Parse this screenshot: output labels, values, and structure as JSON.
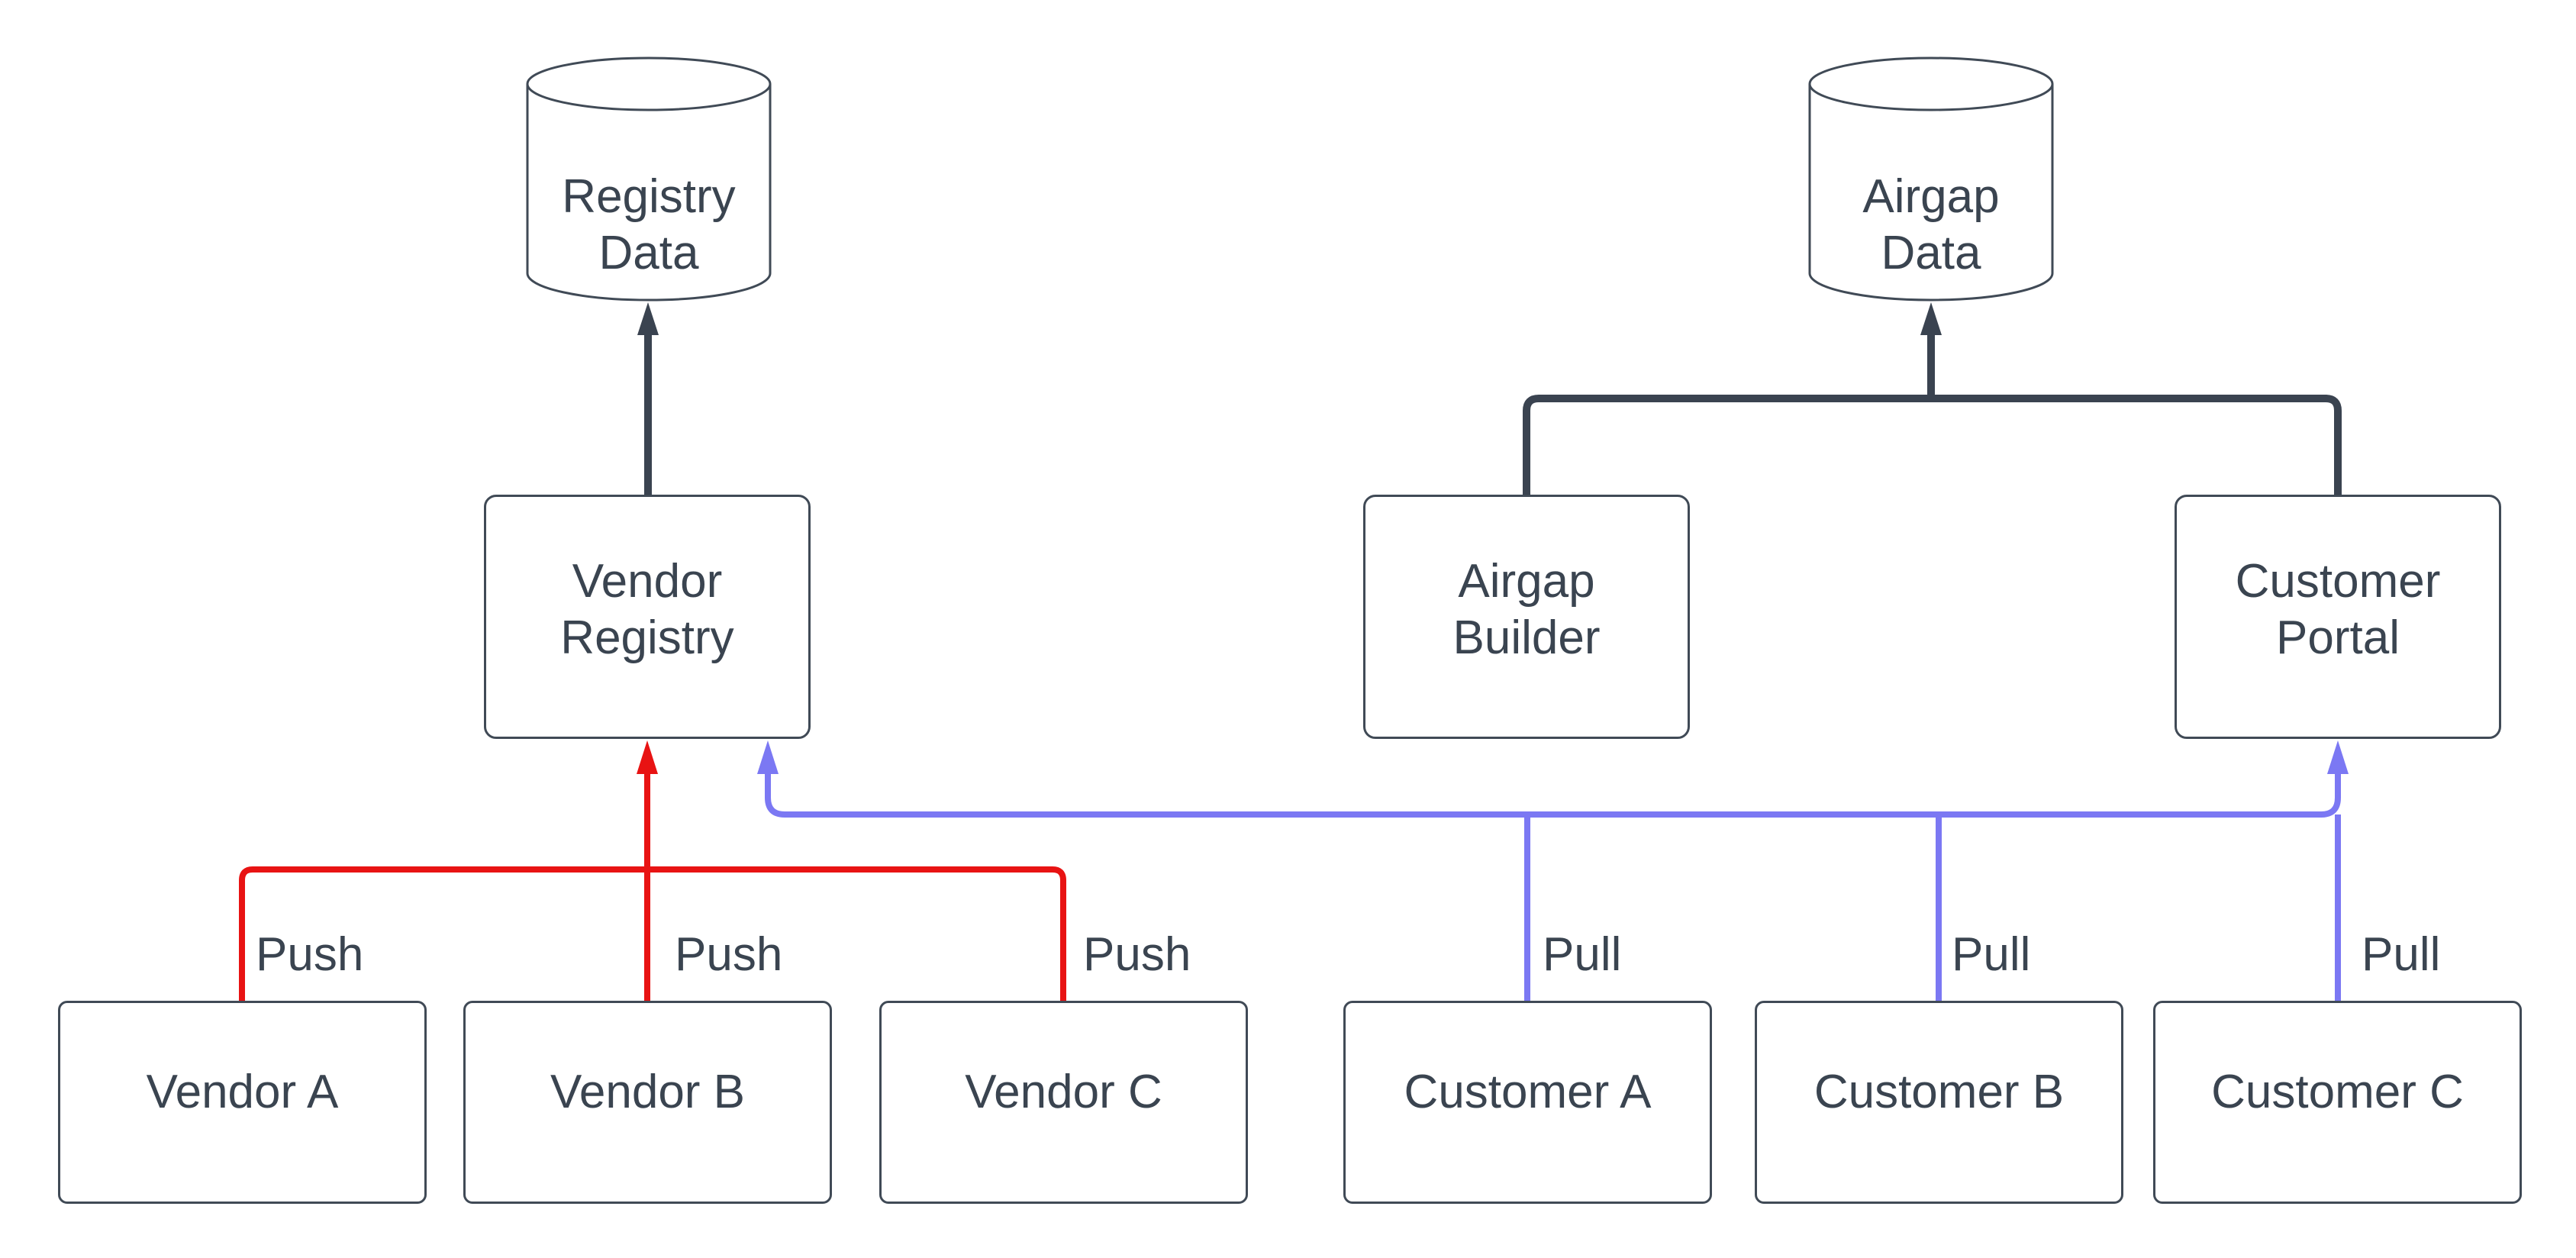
{
  "colors": {
    "background": "#ffffff",
    "text": "#3a4450",
    "node_border": "#404a56",
    "dark_edge": "#3a4350",
    "push_edge": "#e81313",
    "pull_edge": "#7b78f3"
  },
  "nodes": {
    "registry_data": {
      "type": "cylinder",
      "line1": "Registry",
      "line2": "Data"
    },
    "airgap_data": {
      "type": "cylinder",
      "line1": "Airgap",
      "line2": "Data"
    },
    "vendor_registry": {
      "type": "box",
      "line1": "Vendor",
      "line2": "Registry"
    },
    "airgap_builder": {
      "type": "box",
      "line1": "Airgap",
      "line2": "Builder"
    },
    "customer_portal": {
      "type": "box",
      "line1": "Customer",
      "line2": "Portal"
    },
    "vendor_a": {
      "type": "box",
      "label": "Vendor A"
    },
    "vendor_b": {
      "type": "box",
      "label": "Vendor B"
    },
    "vendor_c": {
      "type": "box",
      "label": "Vendor C"
    },
    "customer_a": {
      "type": "box",
      "label": "Customer A"
    },
    "customer_b": {
      "type": "box",
      "label": "Customer B"
    },
    "customer_c": {
      "type": "box",
      "label": "Customer C"
    }
  },
  "edge_labels": {
    "push": [
      "Push",
      "Push",
      "Push"
    ],
    "pull": [
      "Pull",
      "Pull",
      "Pull"
    ]
  },
  "edges": [
    {
      "from": "vendor_registry",
      "to": "registry_data",
      "color": "dark",
      "label": ""
    },
    {
      "from": "airgap_builder",
      "to": "airgap_data",
      "color": "dark",
      "label": ""
    },
    {
      "from": "customer_portal",
      "to": "airgap_data",
      "color": "dark",
      "label": ""
    },
    {
      "from": "vendor_a",
      "to": "vendor_registry",
      "color": "red",
      "label": "Push"
    },
    {
      "from": "vendor_b",
      "to": "vendor_registry",
      "color": "red",
      "label": "Push"
    },
    {
      "from": "vendor_c",
      "to": "vendor_registry",
      "color": "red",
      "label": "Push"
    },
    {
      "from": "customer_a",
      "to": "vendor_registry",
      "color": "blue",
      "label": "Pull"
    },
    {
      "from": "customer_b",
      "to": "vendor_registry",
      "color": "blue",
      "label": "Pull"
    },
    {
      "from": "customer_c",
      "to": "customer_portal",
      "color": "blue",
      "label": "Pull"
    }
  ]
}
